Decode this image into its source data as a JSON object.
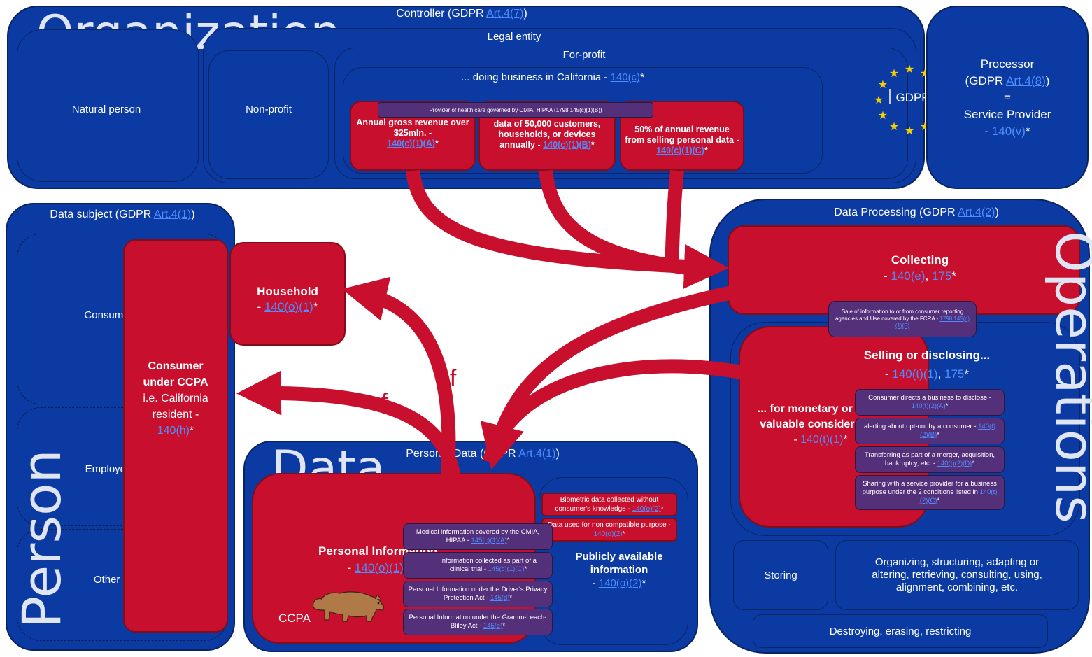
{
  "org": {
    "big": "Organization",
    "controller": "Controller (GDPR ",
    "controller_link": "Art.4(7)",
    "legal": "Legal entity",
    "forprofit": "For-profit",
    "natural": "Natural person",
    "nonprofit": "Non-profit",
    "doing": "... doing business in California - ",
    "doing_link": "140(c)",
    "healthcare": "Provider of health care governed by CMIA, HIPAA (1798.145(c)(1)(B))",
    "rev_a": "Annual gross revenue over $25mln. -",
    "rev_a_link": "140(c)(1)(A)",
    "rev_b": "data of 50,000 customers, households, or devices annually - ",
    "rev_b_link": "140(c)(1)(B)",
    "rev_c": "50% of annual revenue from selling personal data - ",
    "rev_c_link": "140(c)(1)(C)",
    "gdpr": "GDPR",
    "processor": "Processor",
    "processor_gdpr": "(GDPR ",
    "processor_link": "Art.4(8)",
    "eq": "=",
    "service": "Service Provider",
    "service_link": "140(v)"
  },
  "subject": {
    "title": "Data subject (GDPR ",
    "title_link": "Art.4(1)",
    "big": "Person",
    "consumer": "Consumer",
    "employee": "Employee",
    "other": "Other roles",
    "ccpa_consumer_1": "Consumer",
    "ccpa_consumer_2": "under CCPA",
    "ccpa_consumer_3": "i.e. California",
    "ccpa_consumer_4": "resident -",
    "ccpa_consumer_link": "140(h)",
    "household": "Household",
    "household_link": "140(o)(1)"
  },
  "arrows": {
    "of1": "of",
    "of2": "of"
  },
  "data": {
    "big": "Data",
    "title": "Personal Data (GDPR ",
    "title_link": "Art.4(1)",
    "pi": "Personal Information",
    "pi_link": "140(o)(1)",
    "ccpa": "CCPA",
    "bio": "Biometric data collected without consumer's knowledge - ",
    "bio_link": "140(o)(2)",
    "noncompat": "Data used for non compatible purpose - ",
    "noncompat_link": "140(o)(2)",
    "public": "Publicly available information",
    "public_link": "140(o)(2)",
    "medical": "Medical information covered by the CMIA, HIPAA - ",
    "medical_link": "145(c)(1)(A)",
    "clinical": "Information collected as part of a clinical trial - ",
    "clinical_link": "145(c)(1)(C)",
    "drivers": "Personal Information under the Driver's Privacy Protection Act - ",
    "drivers_link": "145(d)",
    "gramm": "Personal Information under the Gramm-Leach-Bliley Act - ",
    "gramm_link": "145(e)"
  },
  "ops": {
    "big": "Operations",
    "title": "Data Processing (GDPR ",
    "title_link": "Art.4(2)",
    "collecting": "Collecting",
    "collecting_link1": "140(e)",
    "collecting_link2": "175",
    "fcra": "Sale of information to or from consumer reporting agencies and Use covered by the FCRA - ",
    "fcra_link": "1798.145(c)(1)(B)",
    "selling": "Selling or disclosing...",
    "selling_link1": "140(t)(1)",
    "selling_link2": "175",
    "monetary": "... for monetary or other valuable consideration",
    "monetary_link": "140(t)(1)",
    "ex1": "Consumer directs a business to disclose - ",
    "ex1_link": "140(t)(2)(A)",
    "ex2": "alerting about opt-out by a consumer - ",
    "ex2_link": "140(t)(2)(B)",
    "ex3": "Transferring as part of a merger, acquisition, bankruptcy, etc. - ",
    "ex3_link": "140(t)(2)(D)",
    "ex4": "Sharing with a service provider for a business purpose under the 2 conditions listed in ",
    "ex4_link": "140(t)(2)(C)",
    "storing": "Storing",
    "organizing": "Organizing, structuring, adapting or altering, retrieving, consulting, using, alignment, combining, etc.",
    "destroying": "Destroying, erasing, restricting"
  },
  "star": "*",
  "close_paren": ")",
  "colors": {
    "blue": "#0b3aa3",
    "red": "#c8102e",
    "purple": "#55307a",
    "link": "#4d8dff",
    "eu_star": "#f5d000"
  }
}
